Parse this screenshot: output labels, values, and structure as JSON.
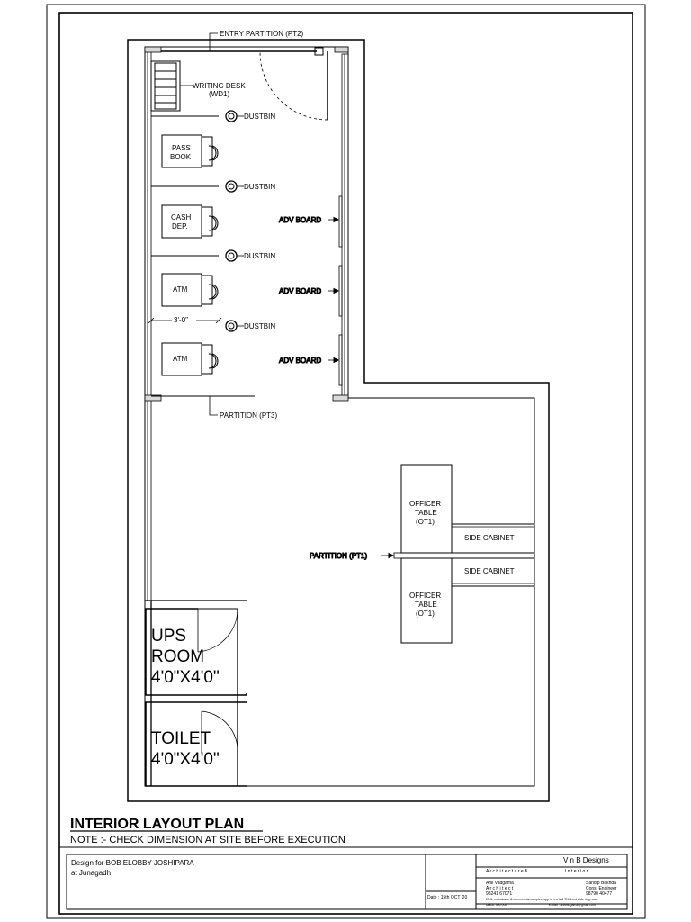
{
  "labels": {
    "entry_partition": "ENTRY PARTITION (PT2)",
    "writing_desk_line1": "WRITING DESK",
    "writing_desk_line2": "(WD1)",
    "dustbin": "DUSTBIN",
    "pass_book_line1": "PASS",
    "pass_book_line2": "BOOK",
    "cash_dep_line1": "CASH",
    "cash_dep_line2": "DEP.",
    "atm": "ATM",
    "adv_board": "ADV BOARD",
    "dimension_3ft": "3'-0\"",
    "partition_pt3": "PARTITION (PT3)",
    "partition_pt1": "PARTITION (PT1)",
    "officer_table_line1": "OFFICER",
    "officer_table_line2": "TABLE",
    "officer_table_line3": "(OT1)",
    "side_cabinet": "SIDE CABINET",
    "ups_line1": "UPS",
    "ups_line2": "ROOM",
    "ups_line3": "4'0\"X4'0\"",
    "toilet_line1": "TOILET",
    "toilet_line2": "4'0\"X4'0\""
  },
  "heading": {
    "title": "INTERIOR LAYOUT PLAN",
    "note": "NOTE :- CHECK DIMENSION AT SITE BEFORE EXECUTION"
  },
  "title_block": {
    "design_for": "Design for BOB ELOBBY JOSHIPARA",
    "location": "at Junagadh",
    "date": "Date : 15th  OCT '20",
    "firm_name": "V  n  B  Designs",
    "firm_sub_left": "A r c h i t e c t u r e     &",
    "firm_sub_right": "I n t e r i o r",
    "person1_name": "Anil Vadgama",
    "person1_role": "A r c h i t e c t",
    "person1_phone": "98241    67071",
    "person2_name": "Sandip  Bakhda",
    "person2_role": "Cons.  Engineer",
    "person2_phone": "98790     40477",
    "address_line1": "2F-5, vraindavan & commercial complex, opp to h.s hall TNI front wide ring road,",
    "address_line2": "rajkot- 360 005",
    "email_line": "e-mail :    anilvadgama@gmail.com"
  }
}
